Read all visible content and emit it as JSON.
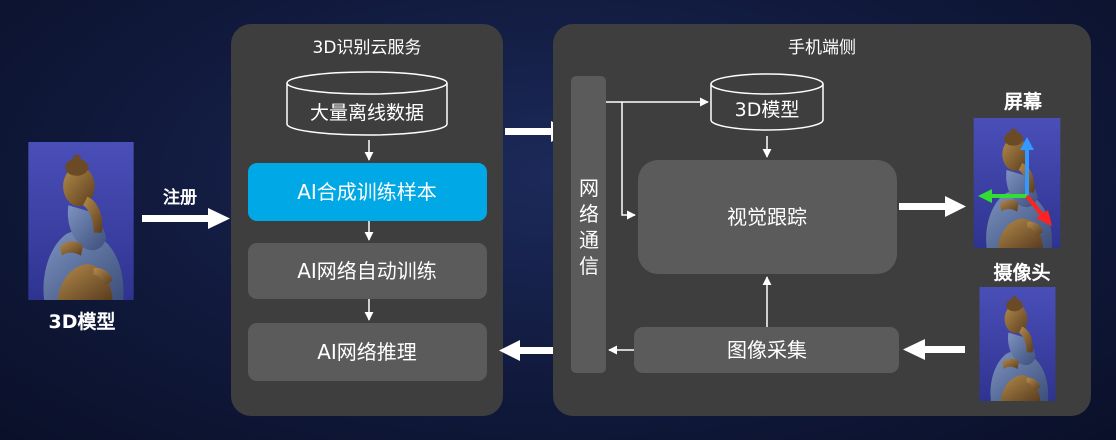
{
  "left_model": {
    "label": "3D模型",
    "arrow_label": "注册"
  },
  "cloud_panel": {
    "title": "3D识别云服务",
    "database_label": "大量离线数据",
    "steps": [
      {
        "label": "AI合成训练样本",
        "highlighted": true
      },
      {
        "label": "AI网络自动训练",
        "highlighted": false
      },
      {
        "label": "AI网络推理",
        "highlighted": false
      }
    ]
  },
  "mobile_panel": {
    "title": "手机端侧",
    "network_label": "网络通信",
    "database_label": "3D模型",
    "tracking_label": "视觉跟踪",
    "capture_label": "图像采集"
  },
  "right_side": {
    "screen_label": "屏幕",
    "camera_label": "摄像头"
  },
  "colors": {
    "panel": "#3e3e3e",
    "box": "#5b5b5b",
    "highlight": "#00a9e6",
    "arrow": "#ffffff",
    "axis_x": "#ff2222",
    "axis_y": "#33dd33",
    "axis_z": "#3399ff"
  }
}
